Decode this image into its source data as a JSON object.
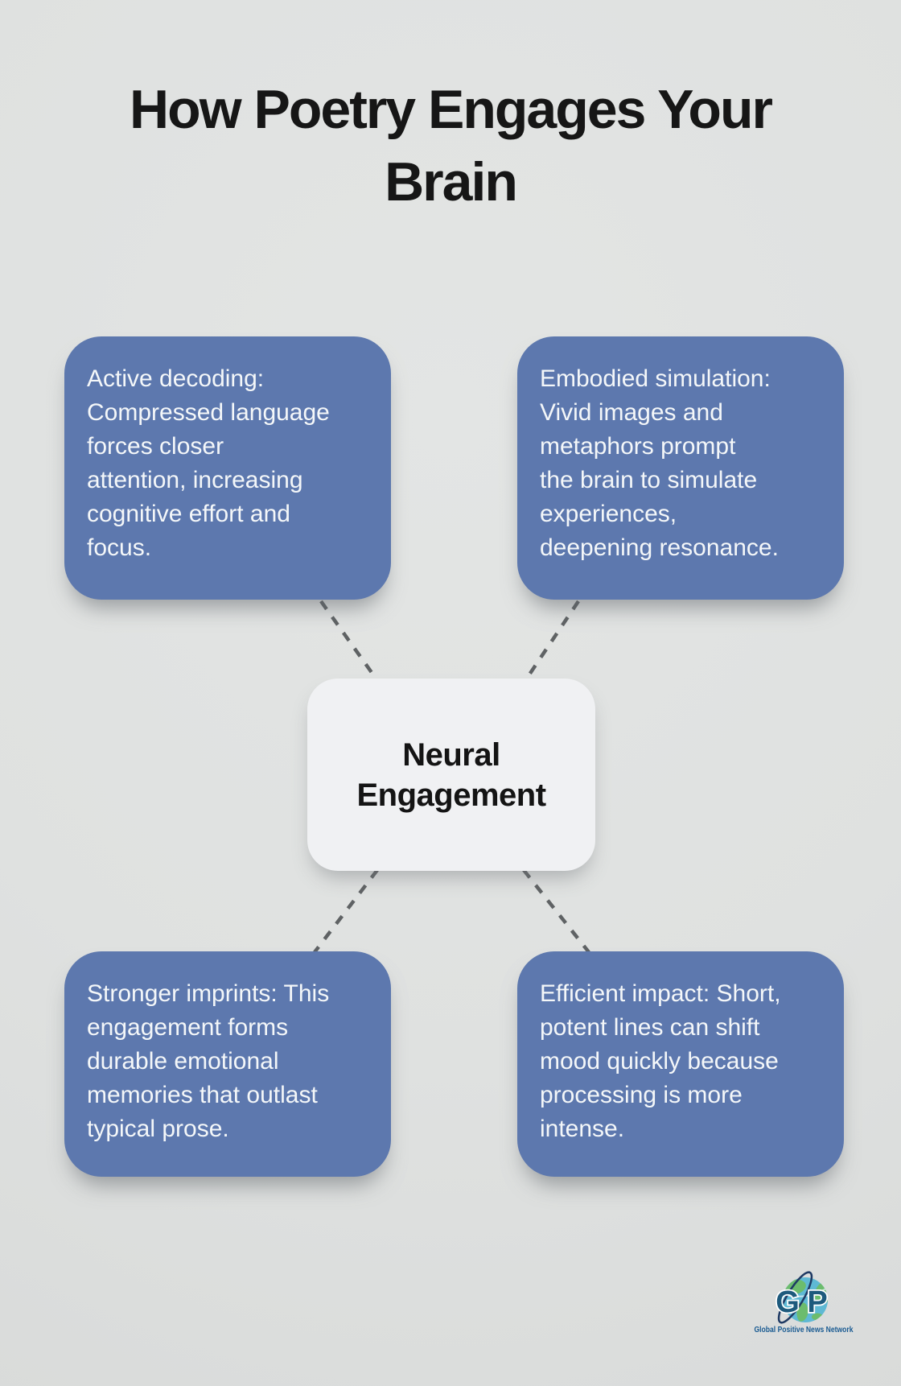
{
  "title": {
    "lines": [
      "How Poetry Engages Your",
      "Brain"
    ]
  },
  "center_node": {
    "label_lines": [
      "Neural",
      "Engagement"
    ]
  },
  "nodes": [
    {
      "position": "top-left",
      "lines": [
        "Active decoding:",
        "Compressed language",
        "forces closer",
        "attention, increasing",
        "cognitive effort and",
        "focus."
      ]
    },
    {
      "position": "top-right",
      "lines": [
        "Embodied simulation:",
        "Vivid images and",
        "metaphors prompt",
        "the brain to simulate",
        "experiences,",
        "deepening resonance."
      ]
    },
    {
      "position": "bottom-left",
      "lines": [
        "Stronger imprints: This",
        "engagement forms",
        "durable emotional",
        "memories that outlast",
        "typical prose."
      ]
    },
    {
      "position": "bottom-right",
      "lines": [
        "Efficient impact: Short,",
        "potent lines can shift",
        "mood quickly because",
        "processing is more",
        "intense."
      ]
    }
  ],
  "logo": {
    "letter_g": "G",
    "letter_p": "P",
    "caption": "Global Positive News Network"
  },
  "colors": {
    "background": "#dfe1e0",
    "node_fill": "#5d78ae",
    "node_text": "#f4f7f9",
    "center_fill": "#f0f1f3",
    "center_text": "#141414",
    "title_text": "#161616",
    "connector": "#5f6264",
    "logo_letters": "#1d5a7d",
    "logo_caption": "#1a5b92",
    "logo_globe": "#5fb9d4",
    "logo_land": "#6cbc6d",
    "logo_orbit": "#1f3a64"
  }
}
